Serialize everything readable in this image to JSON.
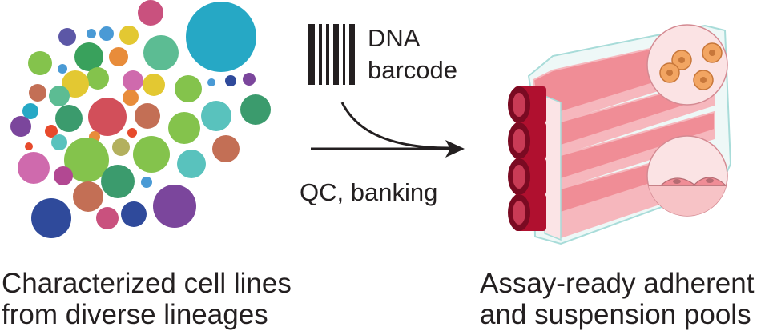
{
  "barcode_label": {
    "line1": "DNA",
    "line2": "barcode"
  },
  "process_label": "QC, banking",
  "left_caption": {
    "line1": "Characterized cell lines",
    "line2": "from diverse lineages"
  },
  "right_caption": {
    "line1": "Assay-ready adherent",
    "line2": "and suspension pools"
  },
  "colors": {
    "flask_pink": "#f08d96",
    "flask_pink_light": "#f6b7bd",
    "flask_outline": "#a8dcd9",
    "cap_red": "#b0102f",
    "cap_dark": "#7a0a22",
    "cell_orange": "#f2a562",
    "text": "#231f20"
  },
  "cell_palette": [
    "#c9517e",
    "#b24892",
    "#cf6aad",
    "#26a8c5",
    "#5cbc93",
    "#e3c832",
    "#39a15c",
    "#e88c3a",
    "#84c34c",
    "#d24f5a",
    "#59c2bd",
    "#c36f55",
    "#7b469c",
    "#2f4a9b",
    "#5c57a6",
    "#b3b05e",
    "#e74a2c",
    "#4a9ad5",
    "#a1c95c",
    "#3b9b6d"
  ]
}
